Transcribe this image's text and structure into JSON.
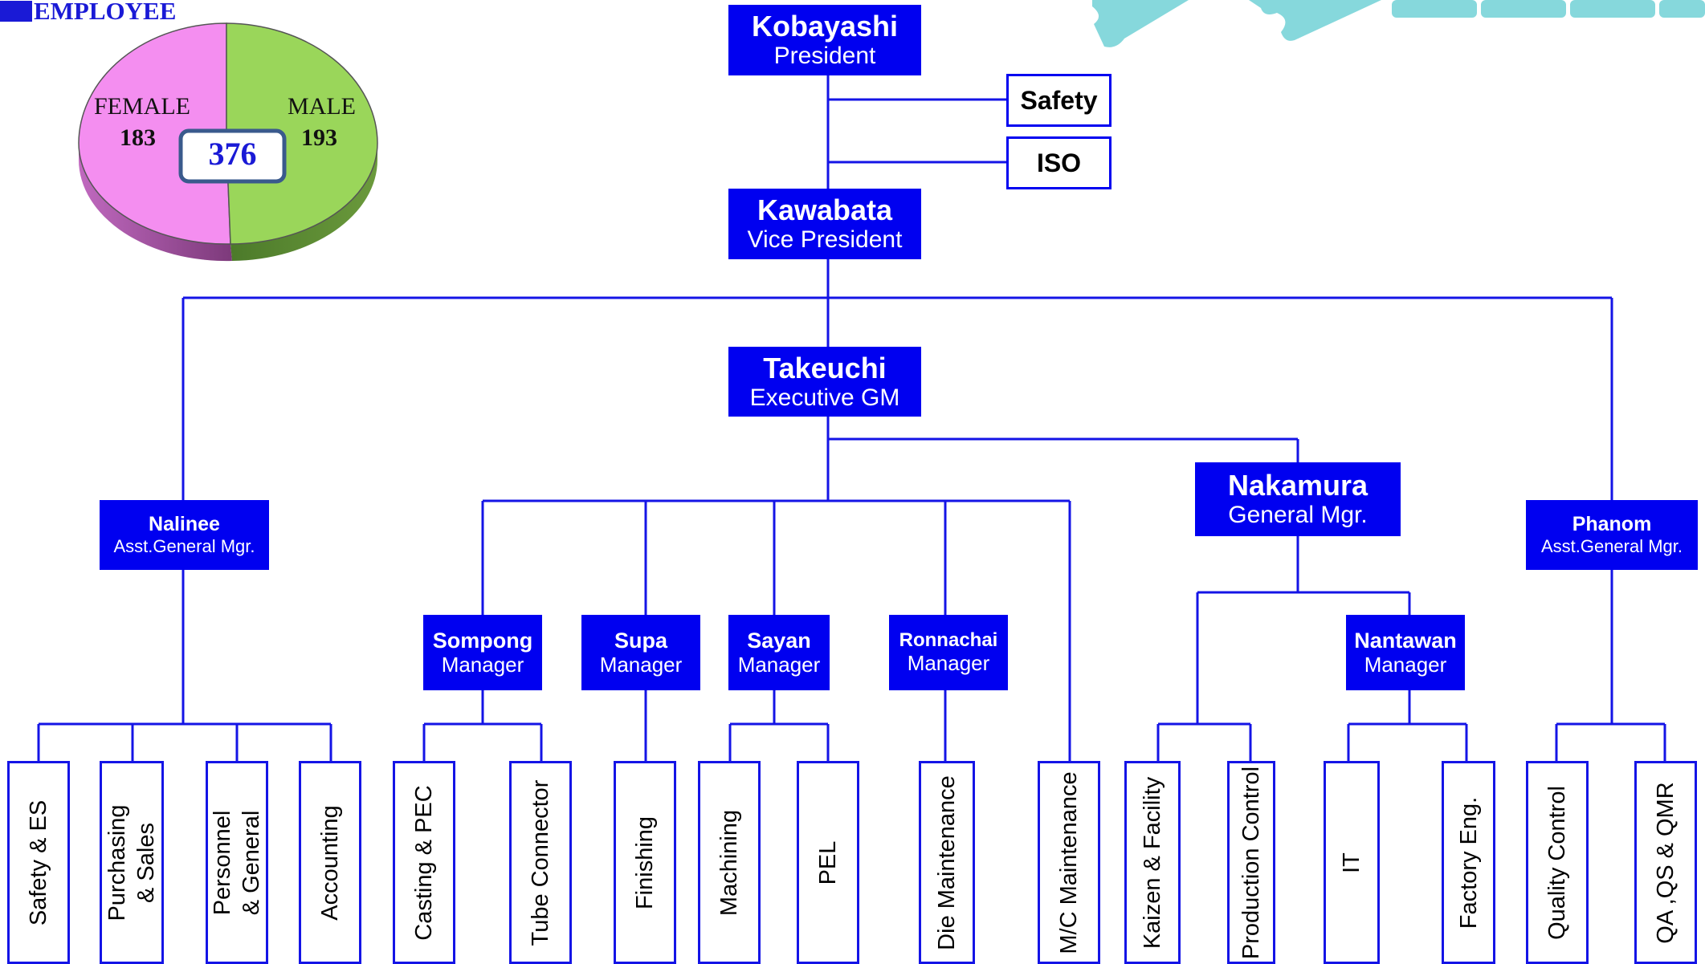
{
  "employees": {
    "title": "EMPLOYEE",
    "total": "376",
    "female_label": "FEMALE",
    "female_count": "183",
    "male_label": "MALE",
    "male_count": "193"
  },
  "org": {
    "president": {
      "name": "Kobayashi",
      "role": "President"
    },
    "safety": "Safety",
    "iso": "ISO",
    "vice_president": {
      "name": "Kawabata",
      "role": "Vice President"
    },
    "executive_gm": {
      "name": "Takeuchi",
      "role": "Executive GM"
    },
    "general_mgr": {
      "name": "Nakamura",
      "role": "General Mgr."
    },
    "nalinee": {
      "name": "Nalinee",
      "role": "Asst.General Mgr."
    },
    "phanom": {
      "name": "Phanom",
      "role": "Asst.General Mgr."
    },
    "sompong": {
      "name": "Sompong",
      "role": "Manager"
    },
    "supa": {
      "name": "Supa",
      "role": "Manager"
    },
    "sayan": {
      "name": "Sayan",
      "role": "Manager"
    },
    "ronnachai": {
      "name": "Ronnachai",
      "role": "Manager"
    },
    "nantawan": {
      "name": "Nantawan",
      "role": "Manager"
    }
  },
  "departments": [
    "Safety & ES",
    "Purchasing\n& Sales",
    "Personnel\n& General",
    "Accounting",
    "Casting & PEC",
    "Tube Connector",
    "Finishing",
    "Machining",
    "PEL",
    "Die Maintenance",
    "M/C Maintenance",
    "Kaizen & Facility",
    "Production Control",
    "IT",
    "Factory Eng.",
    "Quality Control",
    "QA ,QS & QMR"
  ],
  "colors": {
    "box_blue": "#0000f0",
    "line_blue": "#1414e6",
    "female_pink": "#f48ef0",
    "male_green": "#9ad65a",
    "total_blue": "#1a1ad6",
    "decor_teal": "#86d8dc"
  }
}
